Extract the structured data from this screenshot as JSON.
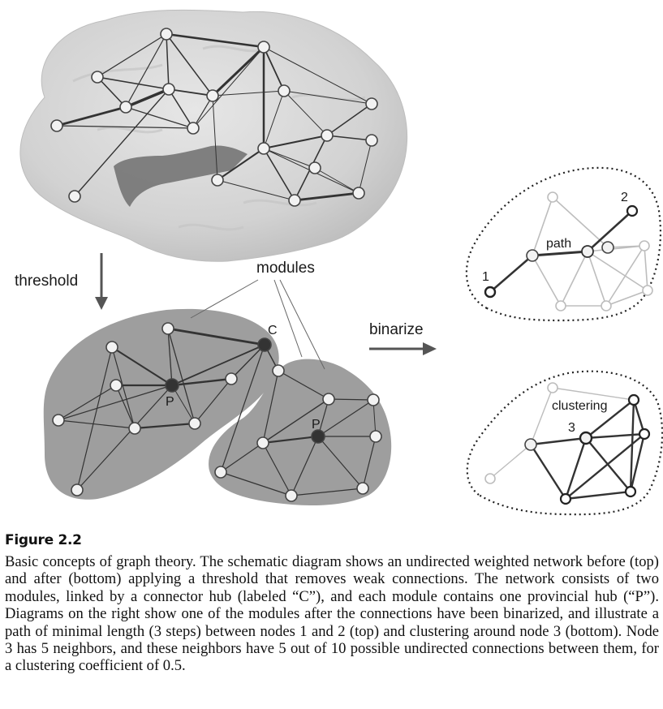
{
  "diagram": {
    "labels": {
      "threshold": "threshold",
      "modules": "modules",
      "binarize": "binarize",
      "connector_hub": "C",
      "provincial_hub_1": "P",
      "provincial_hub_2": "P",
      "path": "path",
      "node_1": "1",
      "node_2": "2",
      "clustering": "clustering",
      "node_3": "3"
    },
    "colors": {
      "node_fill": "#f2f2f2",
      "hub_fill": "#333333",
      "module_fill": "#9e9e9e",
      "brain_fill": "#d6d6d6",
      "edge": "#333333",
      "light_edge": "#bdbdbd"
    }
  },
  "caption": {
    "title": "Figure 2.2",
    "text": "Basic concepts of graph theory. The schematic diagram shows an undirected weighted network before (top) and after (bottom) applying a threshold that removes weak connections. The network consists of two modules, linked by a connector hub (labeled “C”), and each module contains one provincial hub (“P”). Diagrams on the right show one of the modules after the connections have been binarized, and illustrate a path of minimal length (3 steps) between nodes 1 and 2 (top) and clustering around node 3 (bottom). Node 3 has 5 neighbors, and these neighbors have 5 out of 10 possible undirected connections between them, for a clustering coefficient of 0.5."
  }
}
